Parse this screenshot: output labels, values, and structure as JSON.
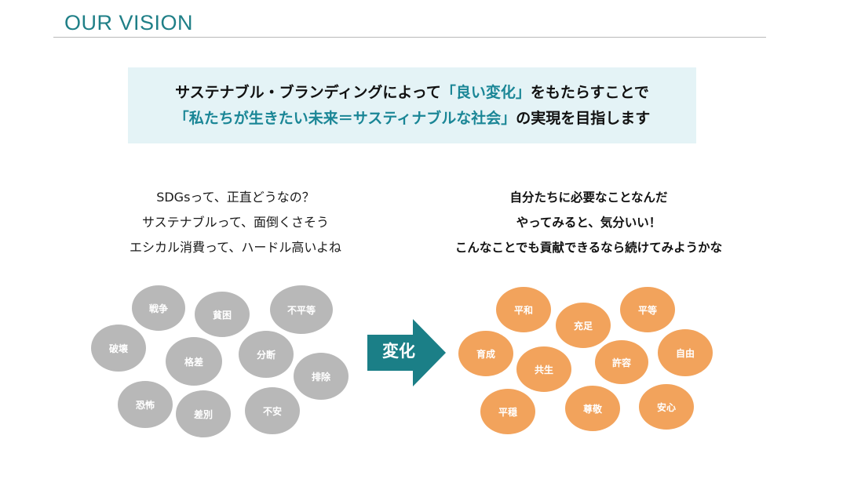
{
  "header": {
    "title": "OUR VISION"
  },
  "banner": {
    "line1_pre": "サステナブル・ブランディングによって",
    "line1_highlight": "「良い変化」",
    "line1_post": "をもたらすことで",
    "line2_highlight": "「私たちが生きたい未来＝サスティナブルな社会」",
    "line2_post": "の実現を目指します"
  },
  "left_text": {
    "lines": [
      "SDGsって、正直どうなの？",
      "サステナブルって、面倒くさそう",
      "エシカル消費って、ハードル高いよね"
    ]
  },
  "right_text": {
    "lines": [
      "自分たちに必要なことなんだ",
      "やってみると、気分いい！",
      "こんなことでも貢献できるなら続けてみようかな"
    ]
  },
  "negative_bubbles": [
    "戦争",
    "貧困",
    "不平等",
    "破壊",
    "格差",
    "分断",
    "排除",
    "恐怖",
    "差別",
    "不安"
  ],
  "arrow": {
    "label": "変化"
  },
  "positive_bubbles": [
    "平和",
    "充足",
    "平等",
    "育成",
    "共生",
    "許容",
    "自由",
    "平穏",
    "尊敬",
    "安心"
  ],
  "colors": {
    "accent": "#1f7f87",
    "banner_bg": "#e4f3f6",
    "negative": "#b8b8b8",
    "positive": "#f2a35c",
    "arrow": "#1b7f87"
  }
}
